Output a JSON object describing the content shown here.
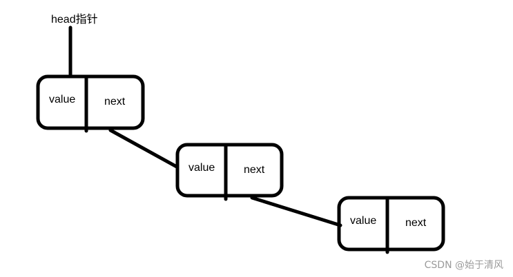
{
  "head_label": "head指针",
  "nodes": [
    {
      "value_label": "value",
      "next_label": "next"
    },
    {
      "value_label": "value",
      "next_label": "next"
    },
    {
      "value_label": "value",
      "next_label": "next"
    }
  ],
  "watermark": "CSDN @始于清风"
}
